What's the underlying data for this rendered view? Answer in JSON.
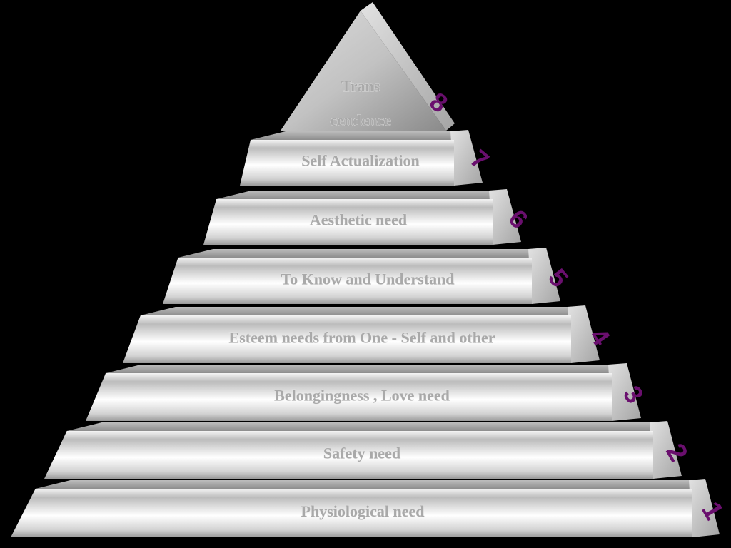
{
  "levels": [
    {
      "number": "1",
      "label": "Physiological  need"
    },
    {
      "number": "2",
      "label": "Safety  need"
    },
    {
      "number": "3",
      "label": "Belongingness , Love  need"
    },
    {
      "number": "4",
      "label": "Esteem  needs  from One - Self and other"
    },
    {
      "number": "5",
      "label": "To Know and Understand"
    },
    {
      "number": "6",
      "label": "Aesthetic need"
    },
    {
      "number": "7",
      "label": "Self  Actualization"
    },
    {
      "number": "8",
      "label_lines": [
        "Trans",
        "cendence"
      ]
    }
  ],
  "colors": {
    "background": "#000000",
    "label_text": "#a9a9a9",
    "number_text": "#6a0f6e",
    "tier_highlight": "#ffffff",
    "tier_shadow": "#8c8c8c"
  }
}
